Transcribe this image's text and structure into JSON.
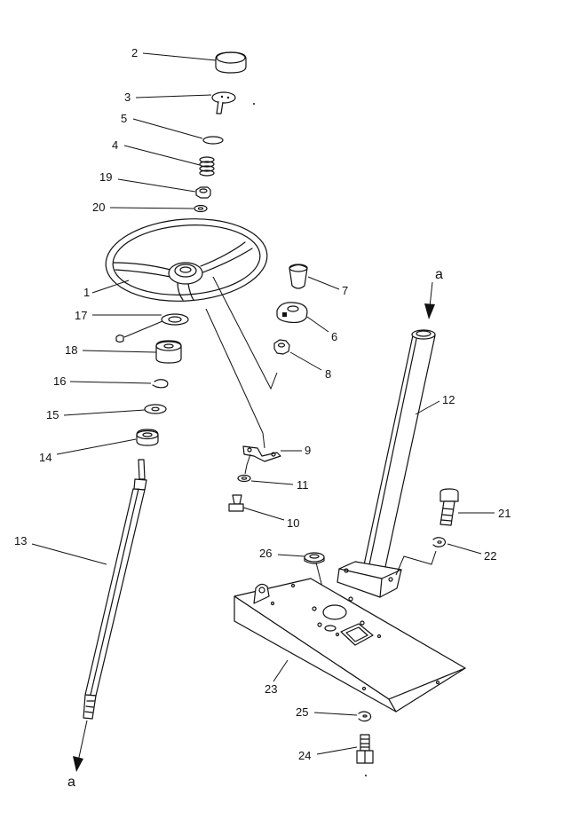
{
  "parts": [
    {
      "id": "p1",
      "label": "1",
      "part": "steering-wheel"
    },
    {
      "id": "p2",
      "label": "2",
      "part": "horn-cap"
    },
    {
      "id": "p3",
      "label": "3",
      "part": "horn-button"
    },
    {
      "id": "p4",
      "label": "4",
      "part": "spring"
    },
    {
      "id": "p5",
      "label": "5",
      "part": "ring"
    },
    {
      "id": "p6",
      "label": "6",
      "part": "knob-holder"
    },
    {
      "id": "p7",
      "label": "7",
      "part": "knob"
    },
    {
      "id": "p8",
      "label": "8",
      "part": "nut"
    },
    {
      "id": "p9",
      "label": "9",
      "part": "bracket"
    },
    {
      "id": "p10",
      "label": "10",
      "part": "bolt"
    },
    {
      "id": "p11",
      "label": "11",
      "part": "washer"
    },
    {
      "id": "p12",
      "label": "12",
      "part": "column-tube"
    },
    {
      "id": "p13",
      "label": "13",
      "part": "steering-shaft"
    },
    {
      "id": "p14",
      "label": "14",
      "part": "bearing"
    },
    {
      "id": "p15",
      "label": "15",
      "part": "washer"
    },
    {
      "id": "p16",
      "label": "16",
      "part": "snap-ring"
    },
    {
      "id": "p17",
      "label": "17",
      "part": "plate"
    },
    {
      "id": "p18",
      "label": "18",
      "part": "bushing"
    },
    {
      "id": "p19",
      "label": "19",
      "part": "nut"
    },
    {
      "id": "p20",
      "label": "20",
      "part": "washer"
    },
    {
      "id": "p21",
      "label": "21",
      "part": "bolt"
    },
    {
      "id": "p22",
      "label": "22",
      "part": "washer"
    },
    {
      "id": "p23",
      "label": "23",
      "part": "mounting-bracket"
    },
    {
      "id": "p24",
      "label": "24",
      "part": "bolt"
    },
    {
      "id": "p25",
      "label": "25",
      "part": "washer"
    },
    {
      "id": "p26",
      "label": "26",
      "part": "grommet"
    }
  ],
  "connection_marks": {
    "top": "a",
    "bottom": "a"
  }
}
